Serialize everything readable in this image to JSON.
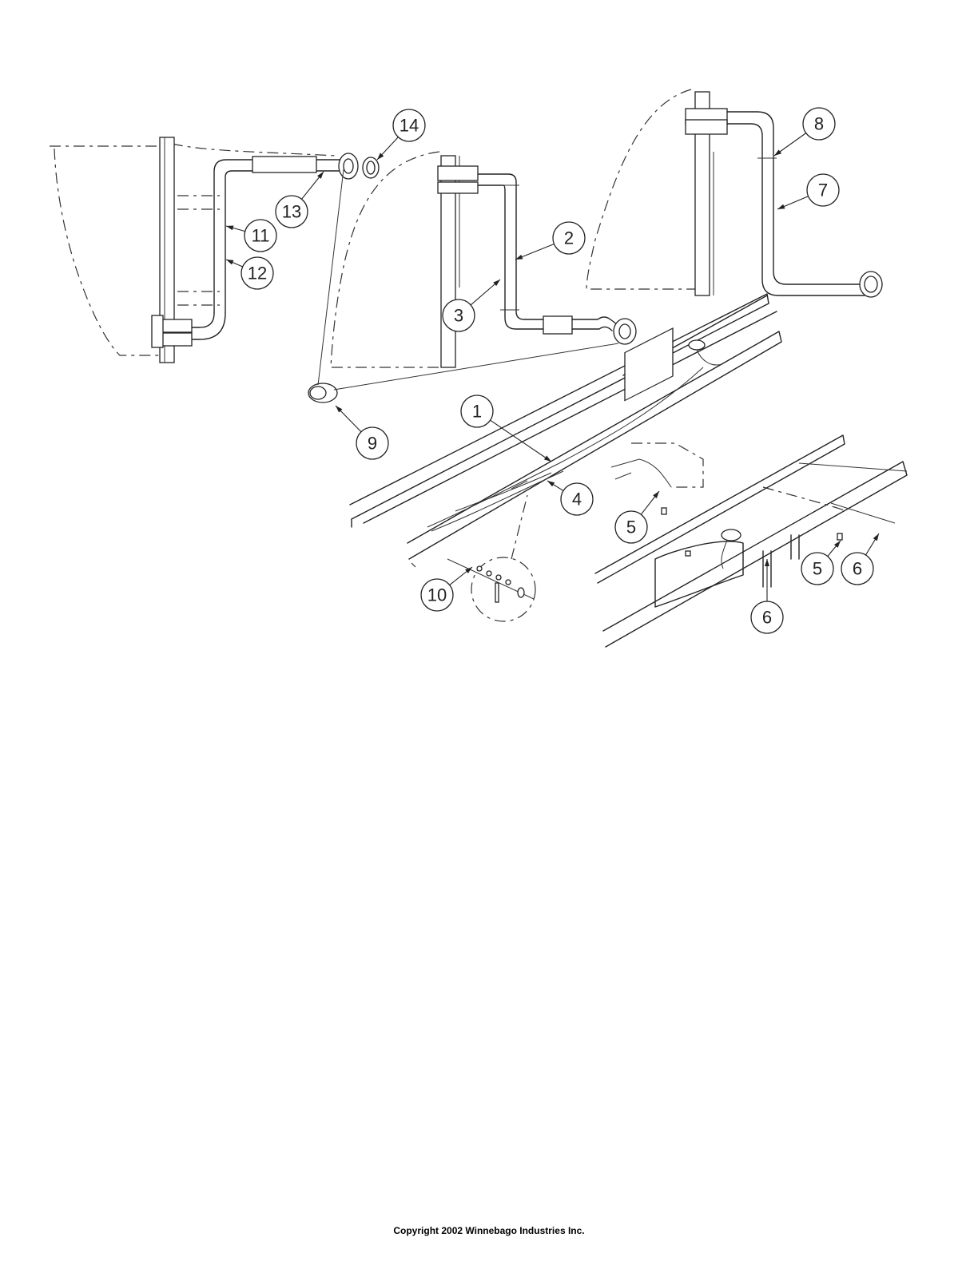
{
  "callouts": [
    {
      "id": "c1",
      "label": "1"
    },
    {
      "id": "c2",
      "label": "2"
    },
    {
      "id": "c3",
      "label": "3"
    },
    {
      "id": "c4",
      "label": "4"
    },
    {
      "id": "c5a",
      "label": "5"
    },
    {
      "id": "c5b",
      "label": "5"
    },
    {
      "id": "c6a",
      "label": "6"
    },
    {
      "id": "c6b",
      "label": "6"
    },
    {
      "id": "c7",
      "label": "7"
    },
    {
      "id": "c8",
      "label": "8"
    },
    {
      "id": "c9",
      "label": "9"
    },
    {
      "id": "c10",
      "label": "10"
    },
    {
      "id": "c11",
      "label": "11"
    },
    {
      "id": "c12",
      "label": "12"
    },
    {
      "id": "c13",
      "label": "13"
    },
    {
      "id": "c14",
      "label": "14"
    }
  ],
  "footer": {
    "copyright": "Copyright 2002 Winnebago Industries Inc."
  }
}
